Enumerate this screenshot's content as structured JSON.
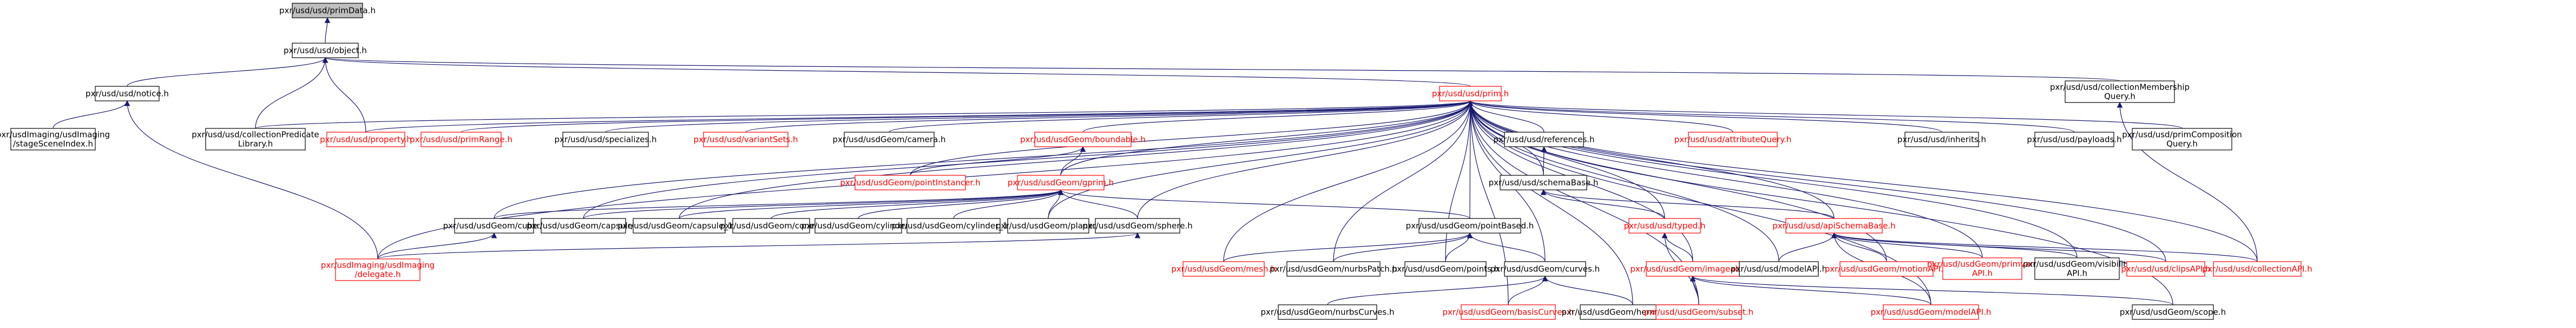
{
  "colors": {
    "edge": "#191970",
    "normal_border": "#000000",
    "missing_border": "#ff0000",
    "normal_text": "#000000",
    "missing_text": "#ff0000",
    "current_fill": "#bfbfbf",
    "fill": "#ffffff"
  },
  "nodes": [
    {
      "id": "primData",
      "lines": [
        "pxr/usd/usd/primData.h"
      ],
      "style": "current"
    },
    {
      "id": "object",
      "lines": [
        "pxr/usd/usd/object.h"
      ],
      "style": "normal"
    },
    {
      "id": "notice",
      "lines": [
        "pxr/usd/usd/notice.h"
      ],
      "style": "normal"
    },
    {
      "id": "collMember",
      "lines": [
        "pxr/usd/usd/collectionMembership",
        "Query.h"
      ],
      "style": "normal"
    },
    {
      "id": "prim",
      "lines": [
        "pxr/usd/usd/prim.h"
      ],
      "style": "missing"
    },
    {
      "id": "imagingStage",
      "lines": [
        "pxr/usdImaging/usdImaging",
        "/stageSceneIndex.h"
      ],
      "style": "normal"
    },
    {
      "id": "collPred",
      "lines": [
        "pxr/usd/usd/collectionPredicate",
        "Library.h"
      ],
      "style": "normal"
    },
    {
      "id": "property",
      "lines": [
        "pxr/usd/usd/property.h"
      ],
      "style": "missing"
    },
    {
      "id": "primRange",
      "lines": [
        "pxr/usd/usd/primRange.h"
      ],
      "style": "missing"
    },
    {
      "id": "specializes",
      "lines": [
        "pxr/usd/usd/specializes.h"
      ],
      "style": "normal"
    },
    {
      "id": "variantSets",
      "lines": [
        "pxr/usd/usd/variantSets.h"
      ],
      "style": "missing"
    },
    {
      "id": "camera",
      "lines": [
        "pxr/usd/usdGeom/camera.h"
      ],
      "style": "normal"
    },
    {
      "id": "boundable",
      "lines": [
        "pxr/usd/usdGeom/boundable.h"
      ],
      "style": "missing"
    },
    {
      "id": "references",
      "lines": [
        "pxr/usd/usd/references.h"
      ],
      "style": "normal"
    },
    {
      "id": "attributeQuery",
      "lines": [
        "pxr/usd/usd/attributeQuery.h"
      ],
      "style": "missing"
    },
    {
      "id": "inherits",
      "lines": [
        "pxr/usd/usd/inherits.h"
      ],
      "style": "normal"
    },
    {
      "id": "payloads",
      "lines": [
        "pxr/usd/usd/payloads.h"
      ],
      "style": "normal"
    },
    {
      "id": "primComp",
      "lines": [
        "pxr/usd/usd/primComposition",
        "Query.h"
      ],
      "style": "normal"
    },
    {
      "id": "pointInstancer",
      "lines": [
        "pxr/usd/usdGeom/pointInstancer.h"
      ],
      "style": "missing"
    },
    {
      "id": "gprim",
      "lines": [
        "pxr/usd/usdGeom/gprim.h"
      ],
      "style": "missing"
    },
    {
      "id": "schemaBase",
      "lines": [
        "pxr/usd/usd/schemaBase.h"
      ],
      "style": "normal"
    },
    {
      "id": "cube",
      "lines": [
        "pxr/usd/usdGeom/cube.h"
      ],
      "style": "normal"
    },
    {
      "id": "capsule",
      "lines": [
        "pxr/usd/usdGeom/capsule.h"
      ],
      "style": "normal"
    },
    {
      "id": "capsule11",
      "lines": [
        "pxr/usd/usdGeom/capsule_1.h"
      ],
      "style": "normal"
    },
    {
      "id": "cone",
      "lines": [
        "pxr/usd/usdGeom/cone.h"
      ],
      "style": "normal"
    },
    {
      "id": "cylinder",
      "lines": [
        "pxr/usd/usdGeom/cylinder.h"
      ],
      "style": "normal"
    },
    {
      "id": "cylinder11",
      "lines": [
        "pxr/usd/usdGeom/cylinder_1.h"
      ],
      "style": "normal"
    },
    {
      "id": "plane",
      "lines": [
        "pxr/usd/usdGeom/plane.h"
      ],
      "style": "normal"
    },
    {
      "id": "sphere",
      "lines": [
        "pxr/usd/usdGeom/sphere.h"
      ],
      "style": "normal"
    },
    {
      "id": "pointBased",
      "lines": [
        "pxr/usd/usdGeom/pointBased.h"
      ],
      "style": "normal"
    },
    {
      "id": "typed",
      "lines": [
        "pxr/usd/usd/typed.h"
      ],
      "style": "missing"
    },
    {
      "id": "apiSchemaBase",
      "lines": [
        "pxr/usd/usd/apiSchemaBase.h"
      ],
      "style": "missing"
    },
    {
      "id": "delegate",
      "lines": [
        "pxr/usdImaging/usdImaging",
        "/delegate.h"
      ],
      "style": "missing"
    },
    {
      "id": "mesh",
      "lines": [
        "pxr/usd/usdGeom/mesh.h"
      ],
      "style": "missing"
    },
    {
      "id": "nurbsPatch",
      "lines": [
        "pxr/usd/usdGeom/nurbsPatch.h"
      ],
      "style": "normal"
    },
    {
      "id": "points",
      "lines": [
        "pxr/usd/usdGeom/points.h"
      ],
      "style": "normal"
    },
    {
      "id": "curves",
      "lines": [
        "pxr/usd/usdGeom/curves.h"
      ],
      "style": "normal"
    },
    {
      "id": "imageable",
      "lines": [
        "pxr/usd/usdGeom/imageable.h"
      ],
      "style": "missing"
    },
    {
      "id": "modelAPIusd",
      "lines": [
        "pxr/usd/usd/modelAPI.h"
      ],
      "style": "normal"
    },
    {
      "id": "motionAPI",
      "lines": [
        "pxr/usd/usdGeom/motionAPI.h"
      ],
      "style": "missing"
    },
    {
      "id": "primvarsAPI",
      "lines": [
        "pxr/usd/usdGeom/primvars",
        "API.h"
      ],
      "style": "missing"
    },
    {
      "id": "visibilityAPI",
      "lines": [
        "pxr/usd/usdGeom/visibility",
        "API.h"
      ],
      "style": "normal"
    },
    {
      "id": "clipsAPI",
      "lines": [
        "pxr/usd/usd/clipsAPI.h"
      ],
      "style": "missing"
    },
    {
      "id": "collectionAPI",
      "lines": [
        "pxr/usd/usd/collectionAPI.h"
      ],
      "style": "missing"
    },
    {
      "id": "nurbsCurves",
      "lines": [
        "pxr/usd/usdGeom/nurbsCurves.h"
      ],
      "style": "normal"
    },
    {
      "id": "basisCurves",
      "lines": [
        "pxr/usd/usdGeom/basisCurves.h"
      ],
      "style": "missing"
    },
    {
      "id": "hermiteCurves",
      "lines": [
        "pxr/usd/usdGeom/hermiteCurves.h"
      ],
      "style": "normal"
    },
    {
      "id": "subset",
      "lines": [
        "pxr/usd/usdGeom/subset.h"
      ],
      "style": "missing"
    },
    {
      "id": "modelAPIgeom",
      "lines": [
        "pxr/usd/usdGeom/modelAPI.h"
      ],
      "style": "missing"
    },
    {
      "id": "scope",
      "lines": [
        "pxr/usd/usdGeom/scope.h"
      ],
      "style": "normal"
    }
  ],
  "edges": [
    [
      "primData",
      "object"
    ],
    [
      "object",
      "notice"
    ],
    [
      "object",
      "collMember"
    ],
    [
      "object",
      "prim"
    ],
    [
      "object",
      "collPred"
    ],
    [
      "object",
      "property"
    ],
    [
      "notice",
      "imagingStage"
    ],
    [
      "notice",
      "delegate"
    ],
    [
      "collMember",
      "collectionAPI"
    ],
    [
      "prim",
      "collPred"
    ],
    [
      "prim",
      "property"
    ],
    [
      "prim",
      "primRange"
    ],
    [
      "prim",
      "specializes"
    ],
    [
      "prim",
      "variantSets"
    ],
    [
      "prim",
      "camera"
    ],
    [
      "prim",
      "boundable"
    ],
    [
      "prim",
      "references"
    ],
    [
      "prim",
      "attributeQuery"
    ],
    [
      "prim",
      "inherits"
    ],
    [
      "prim",
      "payloads"
    ],
    [
      "prim",
      "primComp"
    ],
    [
      "prim",
      "pointInstancer"
    ],
    [
      "prim",
      "gprim"
    ],
    [
      "prim",
      "schemaBase"
    ],
    [
      "prim",
      "cube"
    ],
    [
      "prim",
      "capsule"
    ],
    [
      "prim",
      "capsule11"
    ],
    [
      "prim",
      "plane"
    ],
    [
      "prim",
      "sphere"
    ],
    [
      "prim",
      "pointBased"
    ],
    [
      "prim",
      "typed"
    ],
    [
      "prim",
      "apiSchemaBase"
    ],
    [
      "prim",
      "delegate"
    ],
    [
      "prim",
      "mesh"
    ],
    [
      "prim",
      "nurbsPatch"
    ],
    [
      "prim",
      "points"
    ],
    [
      "prim",
      "curves"
    ],
    [
      "prim",
      "imageable"
    ],
    [
      "prim",
      "modelAPIusd"
    ],
    [
      "prim",
      "motionAPI"
    ],
    [
      "prim",
      "primvarsAPI"
    ],
    [
      "prim",
      "visibilityAPI"
    ],
    [
      "prim",
      "clipsAPI"
    ],
    [
      "prim",
      "collectionAPI"
    ],
    [
      "prim",
      "basisCurves"
    ],
    [
      "prim",
      "hermiteCurves"
    ],
    [
      "prim",
      "subset"
    ],
    [
      "prim",
      "modelAPIgeom"
    ],
    [
      "prim",
      "scope"
    ],
    [
      "boundable",
      "pointInstancer"
    ],
    [
      "boundable",
      "gprim"
    ],
    [
      "references",
      "schemaBase"
    ],
    [
      "gprim",
      "cube"
    ],
    [
      "gprim",
      "capsule"
    ],
    [
      "gprim",
      "capsule11"
    ],
    [
      "gprim",
      "cone"
    ],
    [
      "gprim",
      "cylinder"
    ],
    [
      "gprim",
      "cylinder11"
    ],
    [
      "gprim",
      "plane"
    ],
    [
      "gprim",
      "sphere"
    ],
    [
      "gprim",
      "pointBased"
    ],
    [
      "schemaBase",
      "typed"
    ],
    [
      "schemaBase",
      "apiSchemaBase"
    ],
    [
      "cube",
      "delegate"
    ],
    [
      "sphere",
      "delegate"
    ],
    [
      "pointBased",
      "mesh"
    ],
    [
      "pointBased",
      "nurbsPatch"
    ],
    [
      "pointBased",
      "points"
    ],
    [
      "pointBased",
      "curves"
    ],
    [
      "typed",
      "imageable"
    ],
    [
      "typed",
      "subset"
    ],
    [
      "apiSchemaBase",
      "modelAPIusd"
    ],
    [
      "apiSchemaBase",
      "motionAPI"
    ],
    [
      "apiSchemaBase",
      "primvarsAPI"
    ],
    [
      "apiSchemaBase",
      "visibilityAPI"
    ],
    [
      "apiSchemaBase",
      "clipsAPI"
    ],
    [
      "apiSchemaBase",
      "collectionAPI"
    ],
    [
      "apiSchemaBase",
      "modelAPIgeom"
    ],
    [
      "curves",
      "nurbsCurves"
    ],
    [
      "curves",
      "basisCurves"
    ],
    [
      "curves",
      "hermiteCurves"
    ],
    [
      "imageable",
      "subset"
    ],
    [
      "imageable",
      "modelAPIgeom"
    ],
    [
      "imageable",
      "scope"
    ]
  ]
}
